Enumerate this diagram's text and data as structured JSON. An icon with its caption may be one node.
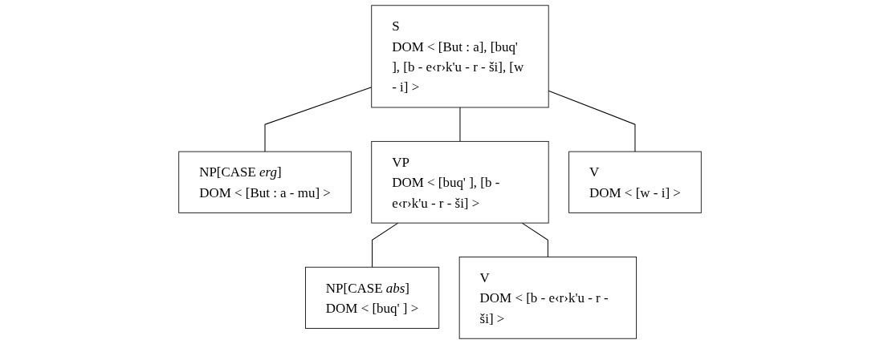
{
  "diagram": {
    "nodes": [
      {
        "text": [
          "S",
          "DOM < [But : a], [buq' ], [b - e‹r›k'u - r - ši], [w - i] >"
        ]
      },
      {
        "text": [
          "NP[CASE *erg*]",
          "DOM < [But : a - mu] >"
        ]
      },
      {
        "text": [
          "VP",
          "DOM < [buq' ], [b - e‹r›k'u - r - ši] >"
        ]
      },
      {
        "text": [
          "V",
          "DOM < [w - i] >"
        ]
      },
      {
        "text": [
          "NP[CASE *abs*]",
          "DOM < [buq' ] >"
        ]
      },
      {
        "text": [
          "V",
          "DOM < [b - e‹r›k'u - r - ši] >"
        ]
      }
    ],
    "edges": [
      {
        "from": 0,
        "to": 1,
        "arrow": "none"
      },
      {
        "from": 0,
        "to": 2,
        "arrow": "none"
      },
      {
        "from": 0,
        "to": 3,
        "arrow": "none"
      },
      {
        "from": 2,
        "to": 4,
        "arrow": "none"
      },
      {
        "from": 2,
        "to": 5,
        "arrow": "none"
      }
    ]
  }
}
